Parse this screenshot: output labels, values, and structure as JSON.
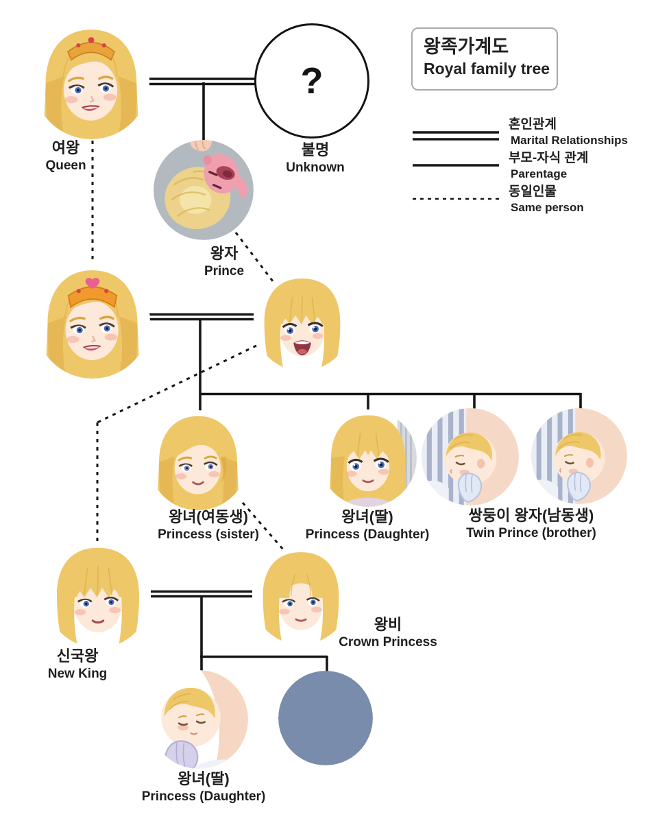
{
  "title": {
    "ko": "왕족가계도",
    "en": "Royal family tree"
  },
  "legend": {
    "items": [
      {
        "ko": "혼인관계",
        "en": "Marital Relationships",
        "line": "double"
      },
      {
        "ko": "부모-자식 관계",
        "en": "Parentage",
        "line": "single"
      },
      {
        "ko": "동일인물",
        "en": "Same person",
        "line": "dashed"
      }
    ]
  },
  "persons": {
    "queen": {
      "ko": "여왕",
      "en": "Queen"
    },
    "unknown": {
      "ko": "불명",
      "en": "Unknown",
      "mark": "?"
    },
    "prince": {
      "ko": "왕자",
      "en": "Prince"
    },
    "sister": {
      "ko": "왕녀(여동생)",
      "en": "Princess (sister)"
    },
    "daughter": {
      "ko": "왕녀(딸)",
      "en": "Princess (Daughter)"
    },
    "twins": {
      "ko": "쌍둥이 왕자(남동생)",
      "en": "Twin Prince (brother)"
    },
    "new_king": {
      "ko": "신국왕",
      "en": "New King"
    },
    "crown_princess": {
      "ko": "왕비",
      "en": "Crown Princess"
    },
    "baby_princess": {
      "ko": "왕녀(딸)",
      "en": "Princess (Daughter)"
    }
  },
  "colors": {
    "line": "#161616",
    "silhouette_circle": "#7a8cab",
    "hair_blonde": "#eec768",
    "legend_box_border": "#a9a9a9"
  }
}
